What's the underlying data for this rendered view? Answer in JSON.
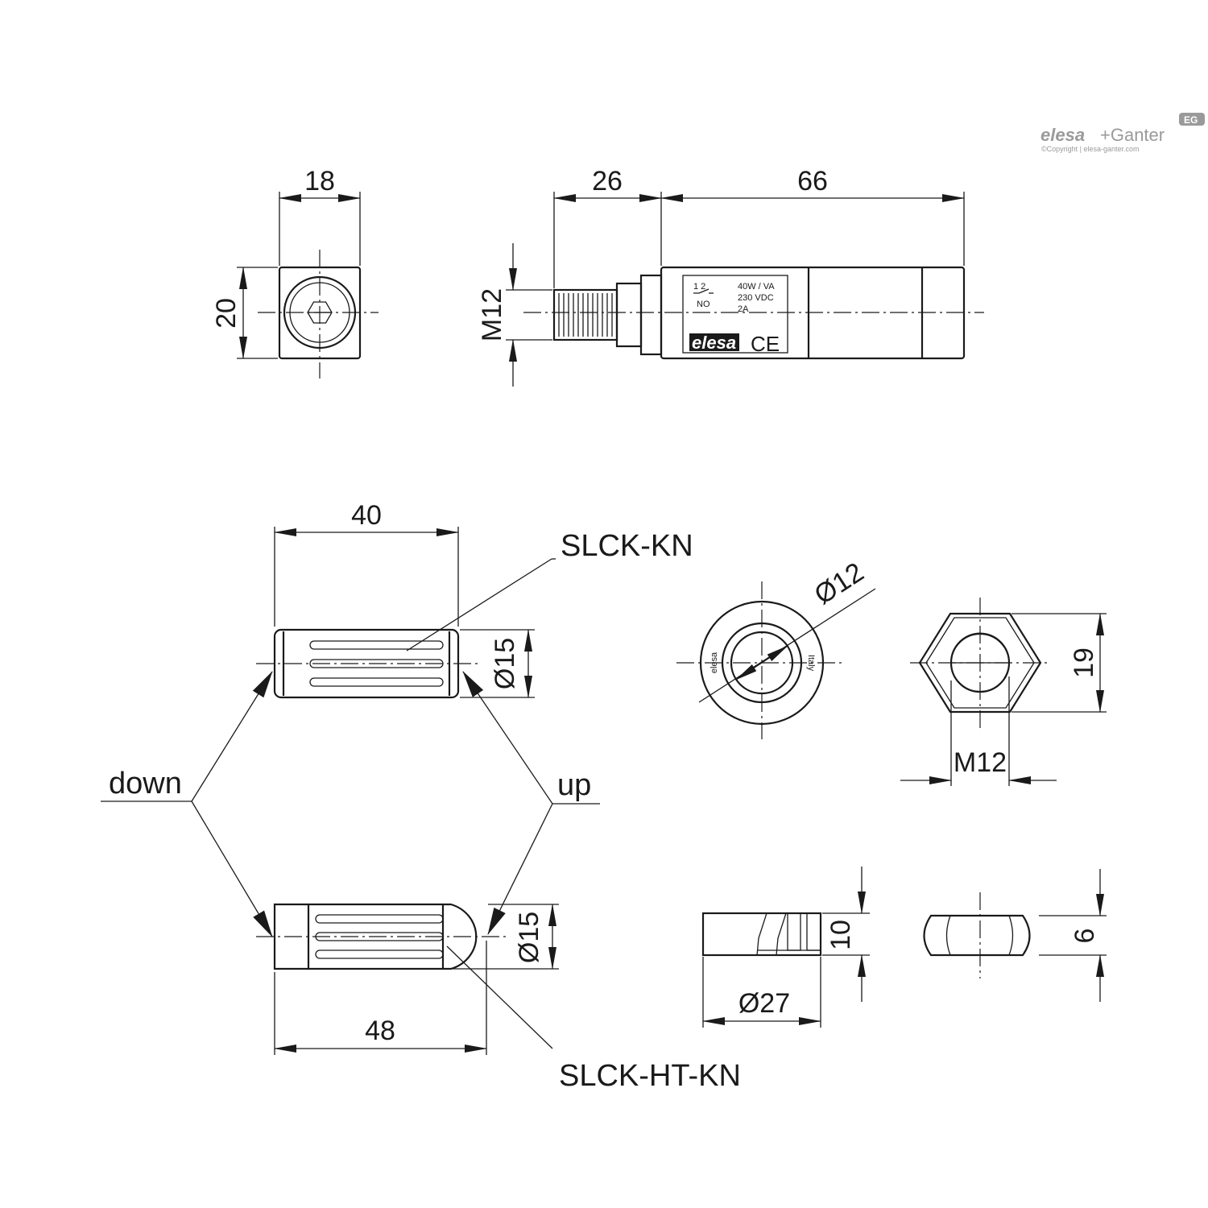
{
  "watermark": {
    "brand_primary": "elesa",
    "brand_secondary": "+Ganter",
    "badge": "EG",
    "copyright": "©Copyright | elesa-ganter.com"
  },
  "dimensions": {
    "side_width": "18",
    "side_height": "20",
    "thread_length": "26",
    "body_length": "66",
    "thread_size": "M12",
    "actuator_length": "40",
    "actuator_diameter": "Ø15",
    "actuator_ht_length": "48",
    "actuator_ht_diameter": "Ø15",
    "ring_inner_diameter": "Ø12",
    "nut_across_flats": "19",
    "nut_thread": "M12",
    "ring_height": "10",
    "ring_outer_diameter": "Ø27",
    "nut_height": "6"
  },
  "labels": {
    "actuator_kn": "SLCK-KN",
    "actuator_ht_kn": "SLCK-HT-KN",
    "direction_down": "down",
    "direction_up": "up"
  },
  "switch_label": {
    "contacts": "1 2",
    "contact_type": "NO",
    "rating_power": "40W / VA",
    "rating_voltage": "230  VDC",
    "rating_current": "2A",
    "brand": "elesa",
    "ce_mark": "CE"
  },
  "ring_marking": {
    "brand": "elesa",
    "origin": "Italy"
  }
}
